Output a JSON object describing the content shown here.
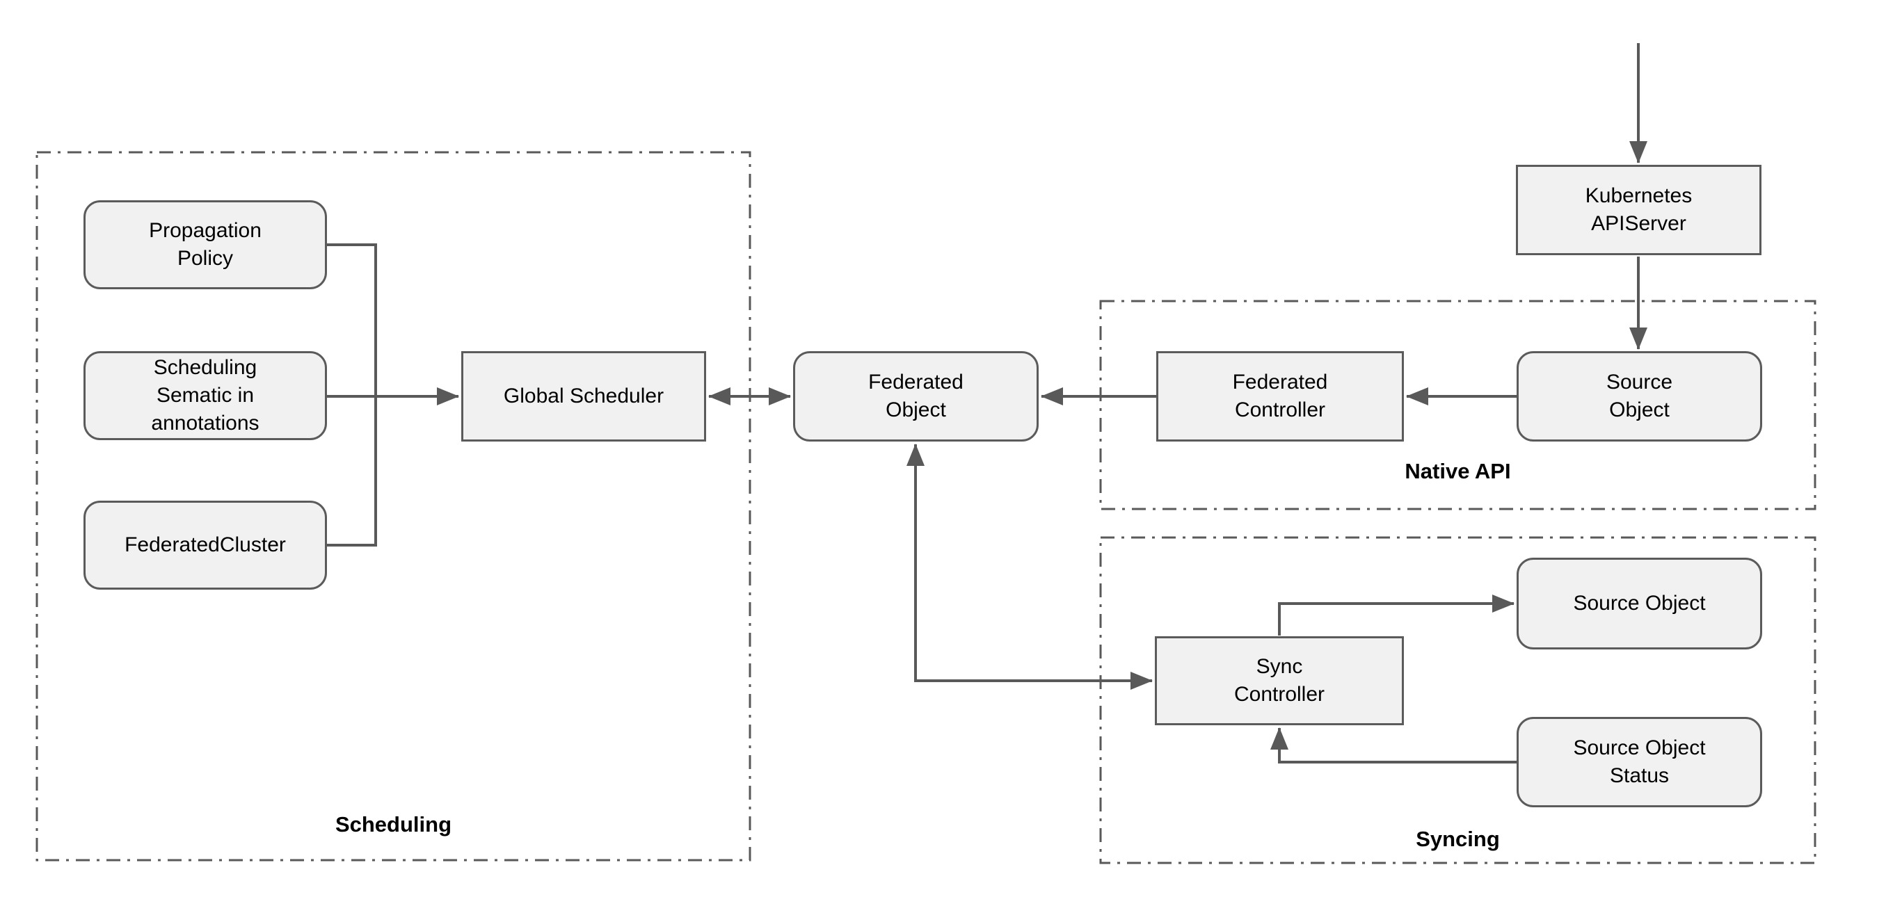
{
  "diagram": {
    "description": "Kubernetes federation architecture diagram",
    "groups": {
      "scheduling": {
        "label": "Scheduling"
      },
      "native_api": {
        "label": "Native API"
      },
      "syncing": {
        "label": "Syncing"
      }
    },
    "nodes": {
      "propagation_policy": {
        "label": "Propagation\nPolicy",
        "shape": "rounded"
      },
      "scheduling_sematic": {
        "label": "Scheduling\nSematic in\nannotations",
        "shape": "rounded"
      },
      "federated_cluster": {
        "label": "FederatedCluster",
        "shape": "rounded"
      },
      "global_scheduler": {
        "label": "Global Scheduler",
        "shape": "rectangle"
      },
      "federated_object": {
        "label": "Federated\nObject",
        "shape": "rounded"
      },
      "kubernetes_apiserver": {
        "label": "Kubernetes\nAPIServer",
        "shape": "rectangle"
      },
      "federated_controller": {
        "label": "Federated\nController",
        "shape": "rectangle"
      },
      "source_object_native": {
        "label": "Source\nObject",
        "shape": "rounded"
      },
      "sync_controller": {
        "label": "Sync\nController",
        "shape": "rectangle"
      },
      "source_object_sync": {
        "label": "Source Object",
        "shape": "rounded"
      },
      "source_object_status": {
        "label": "Source Object\nStatus",
        "shape": "rounded"
      }
    },
    "edges": [
      {
        "from": "offscreen-top",
        "to": "kubernetes_apiserver",
        "style": "arrow"
      },
      {
        "from": "kubernetes_apiserver",
        "to": "source_object_native",
        "style": "arrow"
      },
      {
        "from": "source_object_native",
        "to": "federated_controller",
        "style": "arrow"
      },
      {
        "from": "federated_controller",
        "to": "federated_object",
        "style": "arrow"
      },
      {
        "from": "global_scheduler",
        "to": "federated_object",
        "style": "double-arrow"
      },
      {
        "from": "scheduling_sematic",
        "to": "global_scheduler",
        "style": "arrow"
      },
      {
        "from": "propagation_policy",
        "to": "scheduler-input-bus",
        "style": "line"
      },
      {
        "from": "federated_cluster",
        "to": "scheduler-input-bus",
        "style": "line"
      },
      {
        "from": "federated_object",
        "to": "sync_controller",
        "style": "double-arrow"
      },
      {
        "from": "sync_controller",
        "to": "source_object_sync",
        "style": "arrow"
      },
      {
        "from": "source_object_status",
        "to": "sync_controller",
        "style": "arrow"
      }
    ],
    "colors": {
      "background": "#ffffff",
      "node_fill": "#f1f1f1",
      "node_border": "#5b5b5b",
      "connector": "#595959",
      "group_border": "#595959",
      "text": "#000000"
    }
  }
}
